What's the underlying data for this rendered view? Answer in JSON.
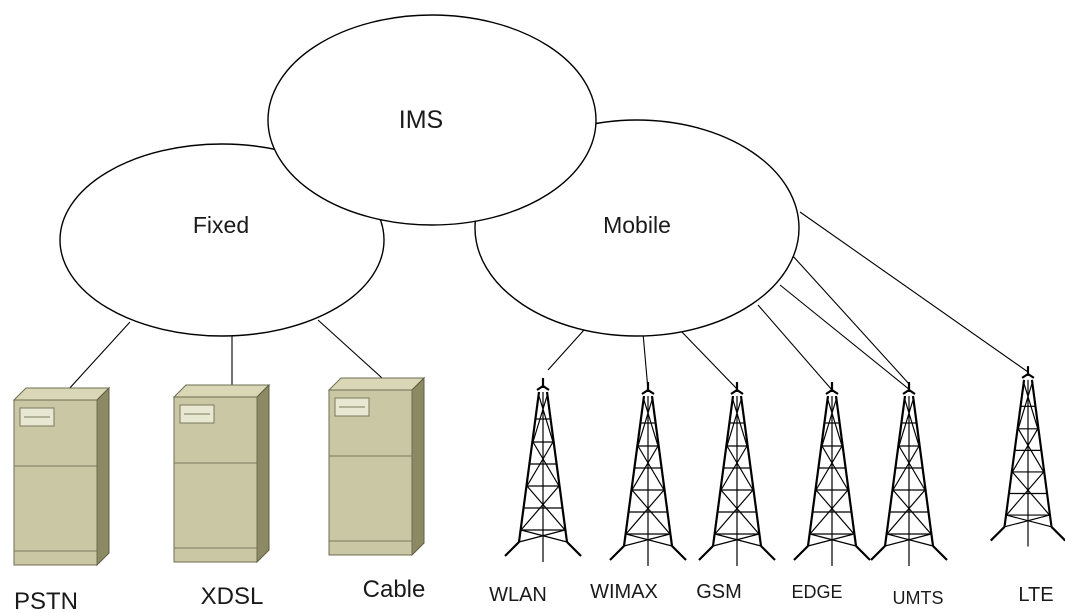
{
  "core": {
    "label": "IMS"
  },
  "domains": {
    "fixed": {
      "label": "Fixed"
    },
    "mobile": {
      "label": "Mobile"
    }
  },
  "fixed_access": [
    {
      "label": "PSTN",
      "icon": "server-icon"
    },
    {
      "label": "XDSL",
      "icon": "server-icon"
    },
    {
      "label": "Cable",
      "icon": "server-icon"
    }
  ],
  "mobile_access": [
    {
      "label": "WLAN",
      "icon": "radio-tower-icon"
    },
    {
      "label": "WIMAX",
      "icon": "radio-tower-icon"
    },
    {
      "label": "GSM",
      "icon": "radio-tower-icon"
    },
    {
      "label": "EDGE",
      "icon": "radio-tower-icon"
    },
    {
      "label": "UMTS",
      "icon": "radio-tower-icon"
    },
    {
      "label": "LTE",
      "icon": "radio-tower-icon"
    }
  ]
}
